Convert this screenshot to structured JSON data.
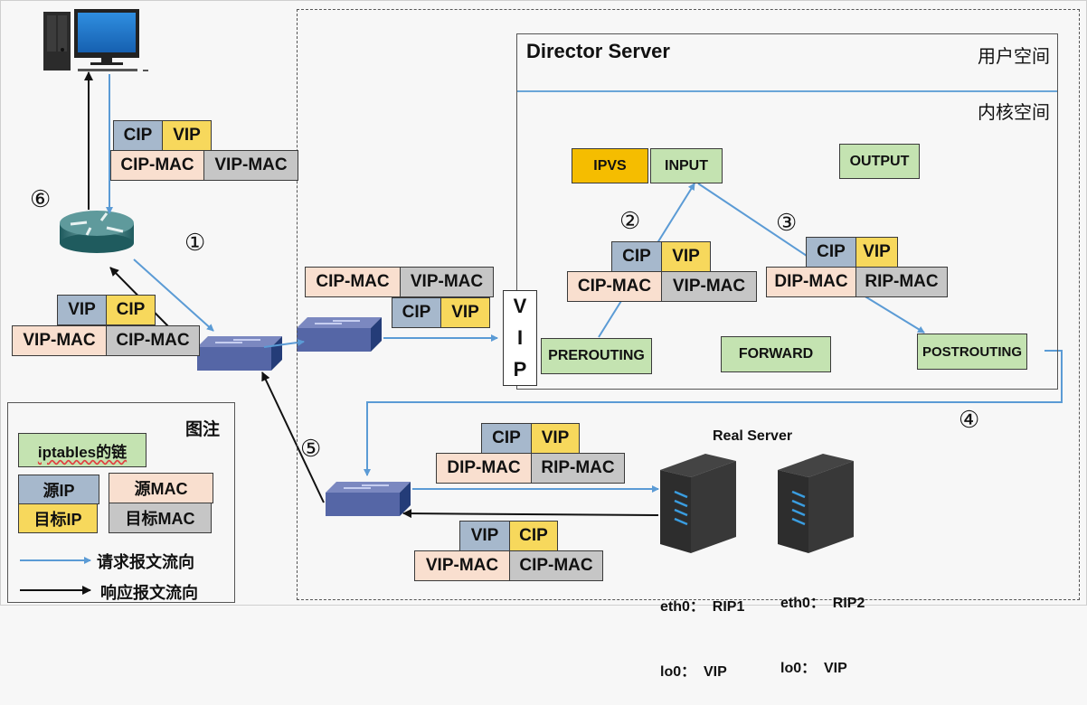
{
  "director": {
    "title": "Director Server",
    "user_space": "用户空间",
    "kernel_space": "内核空间"
  },
  "chains": {
    "ipvs": "IPVS",
    "input": "INPUT",
    "output": "OUTPUT",
    "prerouting": "PREROUTING",
    "forward": "FORWARD",
    "postrouting": "POSTROUTING"
  },
  "vip_interface": [
    "V",
    "I",
    "P"
  ],
  "steps": [
    "①",
    "②",
    "③",
    "④",
    "⑤",
    "⑥"
  ],
  "packets": {
    "client_top": {
      "src_ip": "CIP",
      "dst_ip": "VIP",
      "src_mac": "CIP-MAC",
      "dst_mac": "VIP-MAC"
    },
    "client_response": {
      "src_ip": "VIP",
      "dst_ip": "CIP",
      "src_mac": "VIP-MAC",
      "dst_mac": "CIP-MAC"
    },
    "to_director": {
      "src_ip": "CIP",
      "dst_ip": "VIP",
      "src_mac": "CIP-MAC",
      "dst_mac": "VIP-MAC"
    },
    "step2": {
      "src_ip": "CIP",
      "dst_ip": "VIP",
      "src_mac": "CIP-MAC",
      "dst_mac": "VIP-MAC"
    },
    "step3": {
      "src_ip": "CIP",
      "dst_ip": "VIP",
      "src_mac": "DIP-MAC",
      "dst_mac": "RIP-MAC"
    },
    "to_real_server": {
      "src_ip": "CIP",
      "dst_ip": "VIP",
      "src_mac": "DIP-MAC",
      "dst_mac": "RIP-MAC"
    },
    "rs_response": {
      "src_ip": "VIP",
      "dst_ip": "CIP",
      "src_mac": "VIP-MAC",
      "dst_mac": "CIP-MAC"
    }
  },
  "real_server": {
    "title": "Real Server",
    "servers": [
      {
        "eth0": "eth0：  RIP1",
        "lo0": "lo0：  VIP"
      },
      {
        "eth0": "eth0：  RIP2",
        "lo0": "lo0：  VIP"
      }
    ]
  },
  "legend": {
    "title": "图注",
    "chain": "iptables的链",
    "src_ip": "源IP",
    "dst_ip": "目标IP",
    "src_mac": "源MAC",
    "dst_mac": "目标MAC",
    "request_flow": "请求报文流向",
    "response_flow": "响应报文流向"
  },
  "colors": {
    "src_ip": "#a6b8cc",
    "dst_ip": "#f7d85c",
    "src_mac": "#f9dfcf",
    "dst_mac": "#c6c6c6",
    "chain": "#c4e3b1",
    "ipvs": "#f5bd00",
    "request_line": "#5b9bd5",
    "response_line": "#111111"
  }
}
